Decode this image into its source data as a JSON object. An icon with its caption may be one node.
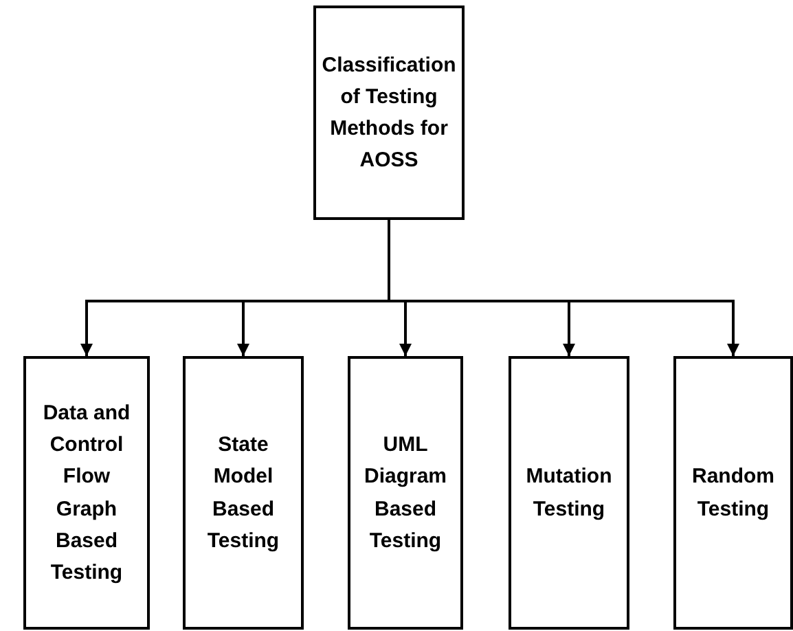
{
  "diagram": {
    "nodes": [
      {
        "text": [
          "Classification of Testing Methods for AOSS"
        ]
      },
      {
        "text": [
          "Data and Control Flow Graph Based Testing"
        ]
      },
      {
        "text": [
          "State Model Based Testing"
        ]
      },
      {
        "text": [
          "UML Diagram Based Testing"
        ]
      },
      {
        "text": [
          "Mutation Testing"
        ]
      },
      {
        "text": [
          "Random Testing"
        ]
      }
    ],
    "edges": [
      {
        "from": 0,
        "to": 1,
        "arrow": "to"
      },
      {
        "from": 0,
        "to": 2,
        "arrow": "to"
      },
      {
        "from": 0,
        "to": 3,
        "arrow": "to"
      },
      {
        "from": 0,
        "to": 4,
        "arrow": "to"
      },
      {
        "from": 0,
        "to": 5,
        "arrow": "to"
      }
    ]
  }
}
